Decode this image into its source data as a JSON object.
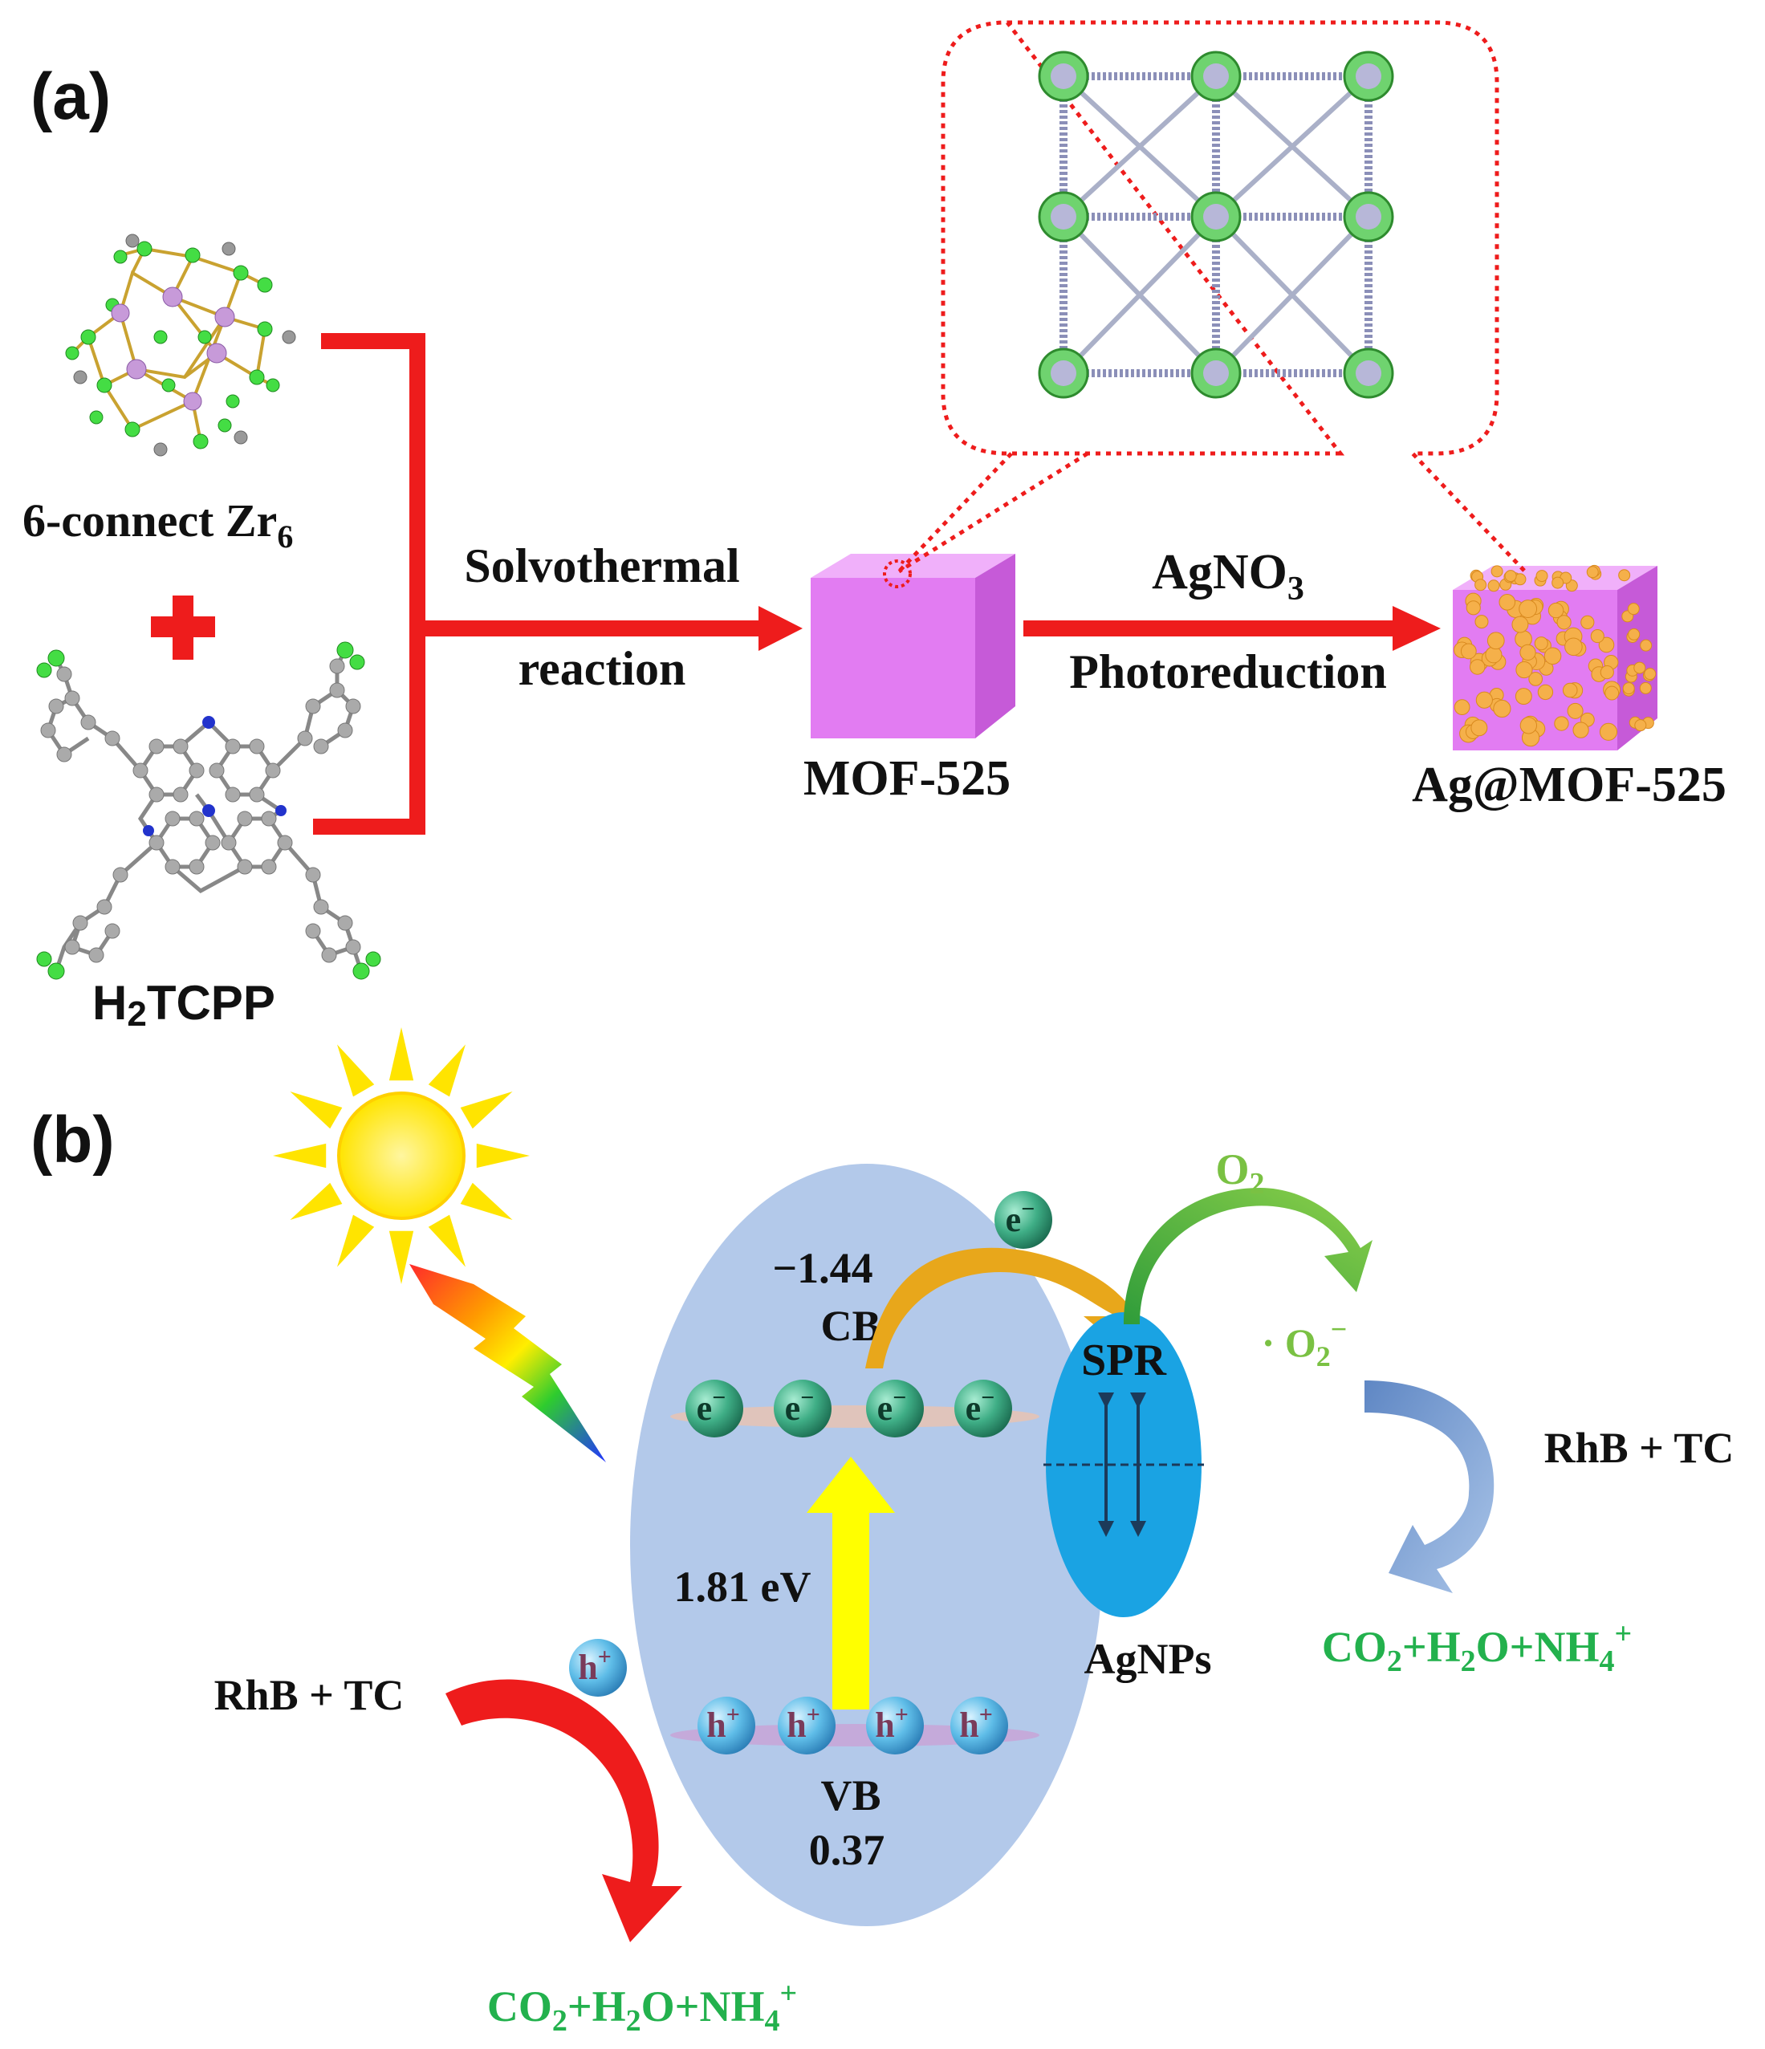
{
  "panel_a": {
    "label": "(a)",
    "zr_cluster": {
      "text": "6-connect Zr",
      "sub": "6"
    },
    "plus": "+",
    "linker": {
      "pre": "H",
      "sub": "2",
      "post": "TCPP"
    },
    "step1": {
      "line1": "Solvothermal",
      "line2": "reaction"
    },
    "mof": "MOF-525",
    "step2": {
      "reagent": "AgNO",
      "reagent_sub": "3",
      "process": "Photoreduction"
    },
    "product": "Ag@MOF-525"
  },
  "panel_b": {
    "label": "(b)",
    "cb": {
      "value": "−1.44",
      "name": "CB"
    },
    "vb": {
      "name": "VB",
      "value": "0.37"
    },
    "gap": "1.81 eV",
    "electron": {
      "main": "e",
      "sup": "−"
    },
    "hole": {
      "main": "h",
      "sup": "+"
    },
    "spr": "SPR",
    "agnps": "AgNPs",
    "o2": {
      "main": "O",
      "sub": "2"
    },
    "superoxide": {
      "pre": "· O",
      "sub": "2",
      "sup": "−"
    },
    "pollutant_right": "RhB + TC",
    "pollutant_left": "RhB + TC",
    "products": {
      "a": "CO",
      "a_sub": "2",
      "b": "+H",
      "b_sub": "2",
      "c": "O+NH",
      "c_sub": "4",
      "c_sup": "+"
    }
  },
  "colors": {
    "arrow_red": "#ee1c1c",
    "cube_face": "#e27cf2",
    "ellipse_blue": "#b3c9ea",
    "spr_blue": "#1aa3e3",
    "product_green": "#23b14d",
    "o2_green": "#7ac143",
    "cb_arrow_orange": "#e8a71b",
    "gap_arrow_yellow": "#ffff00",
    "sun_yellow": "#ffe400",
    "ag_particle": "#f5b04a"
  }
}
